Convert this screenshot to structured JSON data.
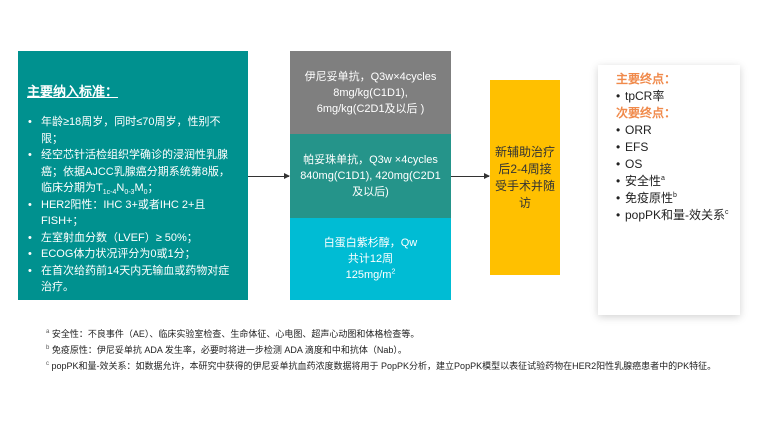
{
  "criteria": {
    "title": "主要纳入标准：",
    "items": [
      {
        "text": "年龄≥18周岁，同时≤70周岁，性别不限；"
      },
      {
        "pre": "经空芯针活检组织学确诊的浸润性乳腺癌；依据AJCC乳腺癌分期系统第8版，临床分期为T",
        "sub1": "1c-4",
        "mid1": "N",
        "sub2": "0-3",
        "mid2": "M",
        "sub3": "0",
        "post": "；"
      },
      {
        "text": "HER2阳性：IHC 3+或者IHC 2+且FISH+；"
      },
      {
        "text": "左室射血分数（LVEF）≥ 50%；"
      },
      {
        "text": "ECOG体力状况评分为0或1分；"
      },
      {
        "text": "在首次给药前14天内无输血或药物对症治疗。"
      }
    ]
  },
  "arms": [
    {
      "line1": "伊尼妥单抗，Q3w×4cycles",
      "line2": "8mg/kg(C1D1),",
      "line3": "6mg/kg(C2D1及以后 )",
      "color": "#7f7f7f"
    },
    {
      "line1": "帕妥珠单抗，Q3w ×4cycles",
      "line2": "840mg(C1D1), 420mg(C2D1",
      "line3": "及以后)",
      "color": "#25948a"
    },
    {
      "line1": "白蛋白紫杉醇，Qw",
      "line2": "共计12周",
      "line3": "125mg/m",
      "line3_sup": "2",
      "color": "#00bcd4"
    }
  ],
  "surgery": {
    "text": "新辅助治疗后2-4周接受手术并随访",
    "color": "#ffc000"
  },
  "endpoints": {
    "primary_head": "主要终点：",
    "primary": [
      "tpCR率"
    ],
    "secondary_head": "次要终点：",
    "secondary": [
      {
        "label": "ORR",
        "sup": ""
      },
      {
        "label": "EFS",
        "sup": ""
      },
      {
        "label": "OS",
        "sup": ""
      },
      {
        "label": "安全性",
        "sup": "a"
      },
      {
        "label": "免疫原性",
        "sup": "b"
      },
      {
        "label": "popPK和量-效关系",
        "sup": "c"
      }
    ],
    "head_color": "#f08a4b"
  },
  "footnotes": [
    {
      "mark": "a",
      "text": "安全性：不良事件（AE）、临床实验室检查、生命体征、心电图、超声心动图和体格检查等。"
    },
    {
      "mark": "b",
      "text": "免疫原性：伊尼妥单抗 ADA 发生率，必要时将进一步检测 ADA 滴度和中和抗体（Nab）。"
    },
    {
      "mark": "c",
      "text": "popPK和量-效关系：如数据允许，本研究中获得的伊尼妥单抗血药浓度数据将用于 PopPK分析，建立PopPK模型以表征试验药物在HER2阳性乳腺癌患者中的PK特征。"
    }
  ]
}
